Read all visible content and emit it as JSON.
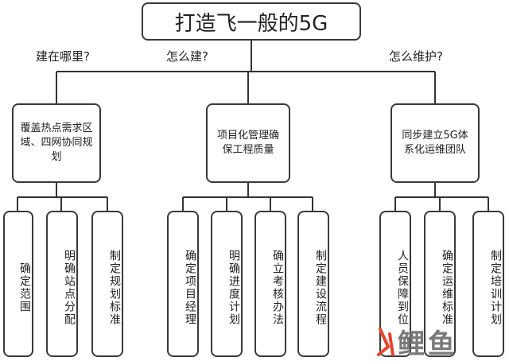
{
  "diagram": {
    "root": "打造飞一般的5G",
    "questions": [
      "建在哪里?",
      "怎么建?",
      "怎么维护?"
    ],
    "branches": [
      {
        "label": "覆盖热点需求区域、四网协同规划",
        "leaves": [
          "确定范围",
          "明确站点分配",
          "制定规划标准"
        ]
      },
      {
        "label": "项目化管理确保工程质量",
        "leaves": [
          "确定项目经理",
          "明确进度计划",
          "确立考核办法",
          "制定建设流程"
        ]
      },
      {
        "label": "同步建立5G体系化运维团队",
        "leaves": [
          "人员保障到位",
          "确定运维标准",
          "制定培训计划"
        ]
      }
    ],
    "watermark": {
      "text": "鲤鱼",
      "logo_color": "#e8452c",
      "text_color": "#7a7a7a"
    }
  }
}
